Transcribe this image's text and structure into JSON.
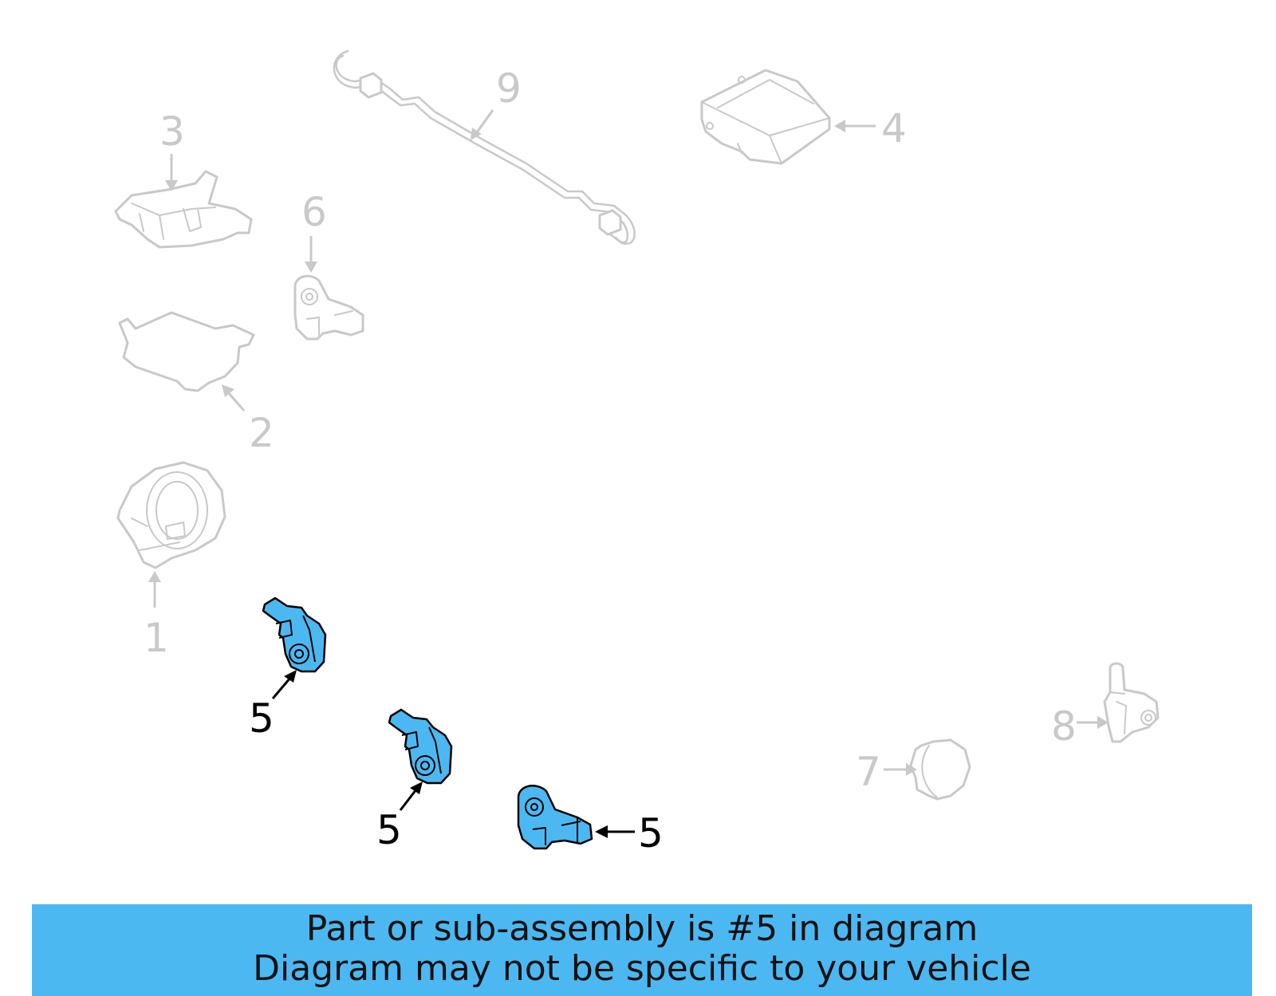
{
  "colors": {
    "highlight": "#4cb8f2",
    "ghost": "#c9c9c9",
    "banner": "#4cb8f2",
    "ink": "#000000"
  },
  "callouts": {
    "c1": "1",
    "c2": "2",
    "c3": "3",
    "c4": "4",
    "c5a": "5",
    "c5b": "5",
    "c5c": "5",
    "c6": "6",
    "c7": "7",
    "c8": "8",
    "c9": "9"
  },
  "highlighted_part": "5",
  "banner": {
    "line1": "Part or sub-assembly is #5 in diagram",
    "line2": "Diagram may not be specific to your vehicle"
  }
}
